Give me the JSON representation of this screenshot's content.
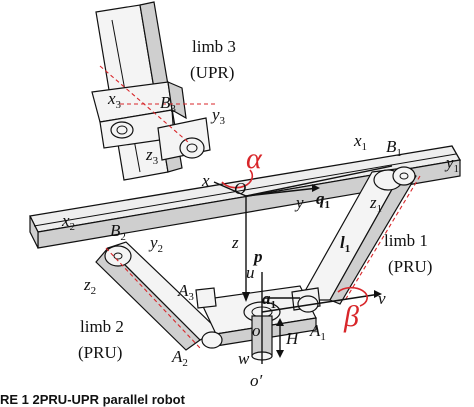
{
  "labels": {
    "limb3": "limb 3",
    "limb3_type": "(UPR)",
    "limb1": "limb 1",
    "limb1_type": "(PRU)",
    "limb2": "limb 2",
    "limb2_type": "(PRU)"
  },
  "symbols": {
    "x3": "x",
    "x3_sub": "3",
    "B3": "B",
    "B3_sub": "3",
    "y3": "y",
    "y3_sub": "3",
    "z3": "z",
    "z3_sub": "3",
    "x1": "x",
    "x1_sub": "1",
    "B1": "B",
    "B1_sub": "1",
    "y1": "y",
    "y1_sub": "1",
    "z1": "z",
    "z1_sub": "1",
    "q1": "q",
    "q1_sub": "1",
    "l1": "l",
    "l1_sub": "1",
    "x2": "x",
    "x2_sub": "2",
    "B2": "B",
    "B2_sub": "2",
    "y2": "y",
    "y2_sub": "2",
    "z2": "z",
    "z2_sub": "2",
    "A1": "A",
    "A1_sub": "1",
    "A2": "A",
    "A2_sub": "2",
    "A3": "A",
    "A3_sub": "3",
    "a1": "a",
    "a1_sub": "1",
    "alpha": "α",
    "beta": "β",
    "O": "O",
    "x": "x",
    "y": "y",
    "z": "z",
    "p": "p",
    "u": "u",
    "v": "v",
    "w": "w",
    "o": "o",
    "o_prime": "o′",
    "H": "H"
  },
  "caption": "RE 1   2PRU-UPR parallel robot",
  "colors": {
    "accent": "#d8262a",
    "ink": "#111111"
  }
}
